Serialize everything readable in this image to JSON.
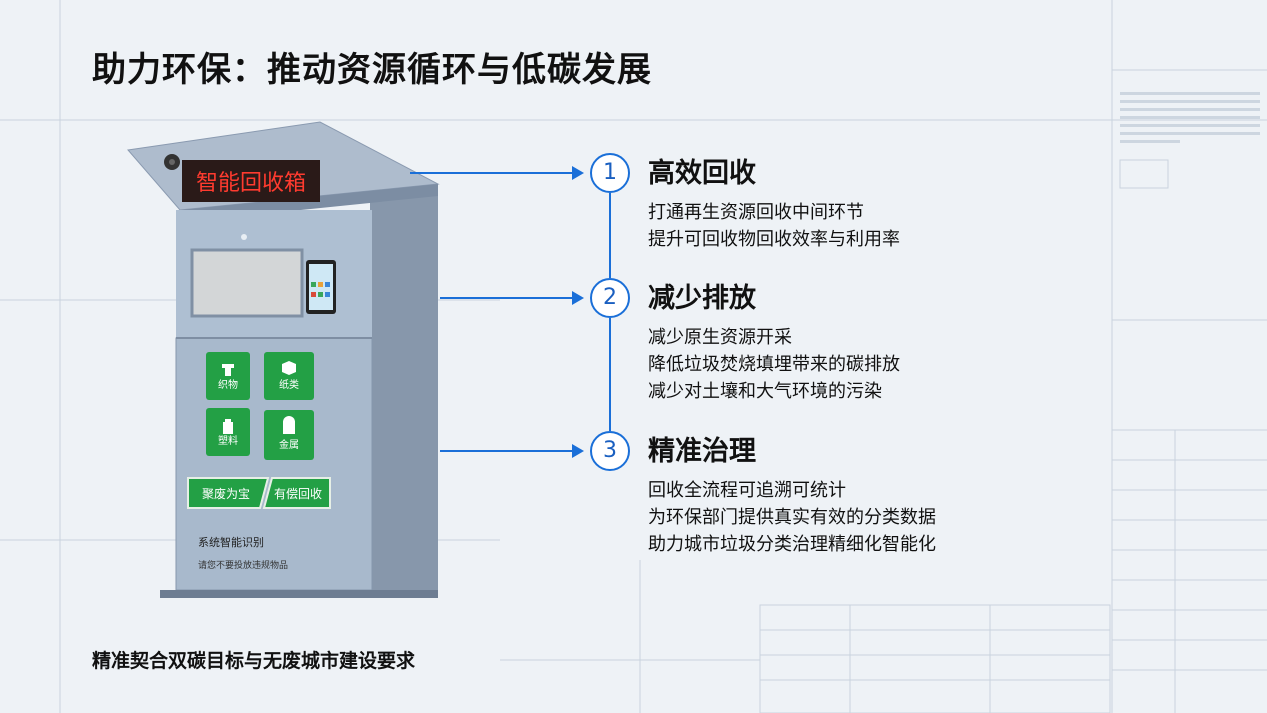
{
  "title": "助力环保：推动资源循环与低碳发展",
  "footer": "精准契合双碳目标与无废城市建设要求",
  "machine": {
    "sign": "智能回收箱",
    "bins": [
      {
        "label": "织物"
      },
      {
        "label": "纸类"
      },
      {
        "label": "塑料"
      },
      {
        "label": "金属"
      }
    ],
    "banner_left": "聚废为宝",
    "banner_right": "有偿回收",
    "note_title": "系统智能识别",
    "note_sub": "请您不要投放违规物品"
  },
  "points": [
    {
      "num": "1",
      "title": "高效回收",
      "lines": [
        "打通再生资源回收中间环节",
        "提升可回收物回收效率与利用率"
      ]
    },
    {
      "num": "2",
      "title": "减少排放",
      "lines": [
        "减少原生资源开采",
        "降低垃圾焚烧填埋带来的碳排放",
        "减少对土壤和大气环境的污染"
      ]
    },
    {
      "num": "3",
      "title": "精准治理",
      "lines": [
        "回收全流程可追溯可统计",
        "为环保部门提供真实有效的分类数据",
        "助力城市垃圾分类治理精细化智能化"
      ]
    }
  ],
  "colors": {
    "accent": "#1a6fd8",
    "green": "#23a045",
    "sign_red": "#ff3b2f",
    "body": "#9fb0c4"
  }
}
